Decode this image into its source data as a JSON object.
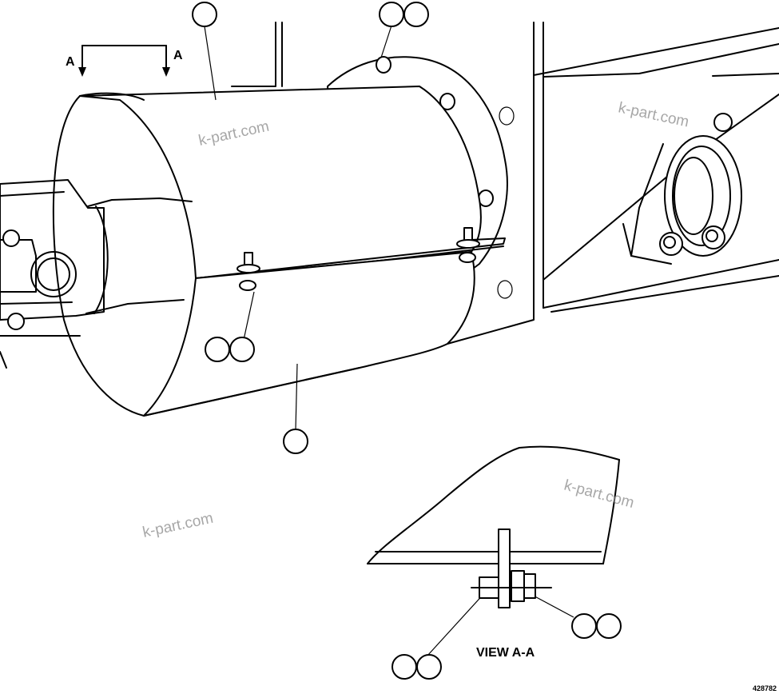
{
  "diagram": {
    "section_marks": [
      "A",
      "A"
    ],
    "view_caption": "VIEW A-A",
    "figure_number": "428782",
    "watermarks": [
      "k-part.com",
      "k-part.com",
      "k-part.com",
      "k-part.com"
    ],
    "callout_count": 10,
    "line_color": "#000000",
    "watermark_color": "#8a8a8a"
  }
}
